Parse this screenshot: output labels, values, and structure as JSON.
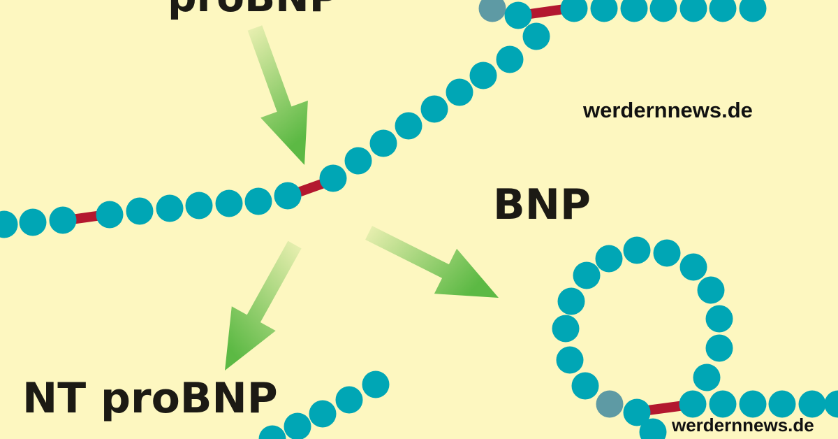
{
  "labels": {
    "precursor": "proBNP",
    "active": "BNP",
    "fragment": "NT proBNP"
  },
  "watermarks": {
    "main": "werdernnews.de",
    "corner": "werdernnews.de"
  },
  "colors": {
    "background": "#fdf7c0",
    "bead": "#00a6b5",
    "bead_muted": "#5e9aa4",
    "cleavage_link": "#b3182f",
    "arrow": "#5cb944"
  }
}
